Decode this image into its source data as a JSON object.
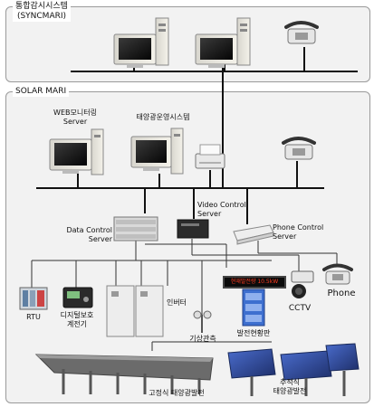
{
  "syncmari": {
    "title_line1": "통합감시시스템",
    "title_line2": "(SYNCMARI)"
  },
  "solarmari": {
    "title": "SOLAR MARI"
  },
  "nodes": {
    "web_monitoring": {
      "line1": "WEB모니터링",
      "line2": "Server"
    },
    "solar_ops": {
      "label": "태양광운영시스템"
    },
    "video_control": {
      "line1": "Video Control",
      "line2": "Server"
    },
    "phone_control": {
      "line1": "Phone Control",
      "line2": "Server"
    },
    "data_control": {
      "line1": "Data Control",
      "line2": "Server"
    },
    "rtu": {
      "label": "RTU"
    },
    "digital_relay": {
      "line1": "디지털보호",
      "line2": "계전기"
    },
    "inverter": {
      "label": "인버터"
    },
    "weather": {
      "label": "기상관측"
    },
    "power_board": {
      "label": "발전현황판",
      "display_text": "현재발전량 10.5kW"
    },
    "cctv": {
      "label": "CCTV"
    },
    "phone": {
      "label": "Phone"
    },
    "fixed_pv": {
      "label": "고정식 태양광발전"
    },
    "tracking_pv": {
      "line1": "추적식",
      "line2": "태양광발전"
    }
  },
  "colors": {
    "background": "#ffffff",
    "panel": "#f2f2f2",
    "line": "#111111",
    "display_text": "#ff3b1f",
    "solar_panel": "#2f4d9e"
  }
}
